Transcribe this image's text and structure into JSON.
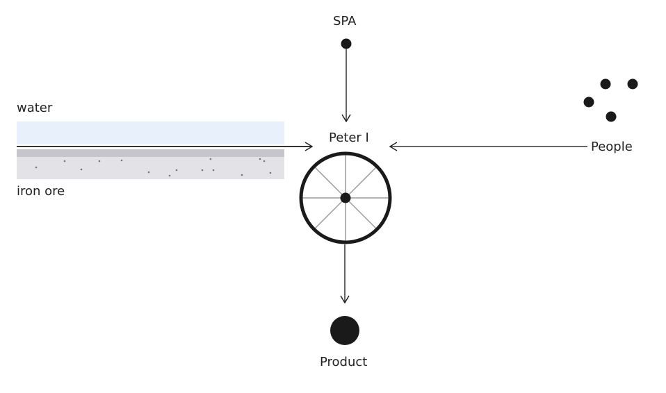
{
  "labels": {
    "spa": "SPA",
    "water": "water",
    "iron_ore": "iron ore",
    "peter": "Peter I",
    "people": "People",
    "product": "Product"
  },
  "colors": {
    "water": "#e8f0fc",
    "ore_top": "#c6c5cb",
    "ore": "#e3e2e6",
    "ink": "#1a1a1a",
    "spoke": "#999999"
  }
}
